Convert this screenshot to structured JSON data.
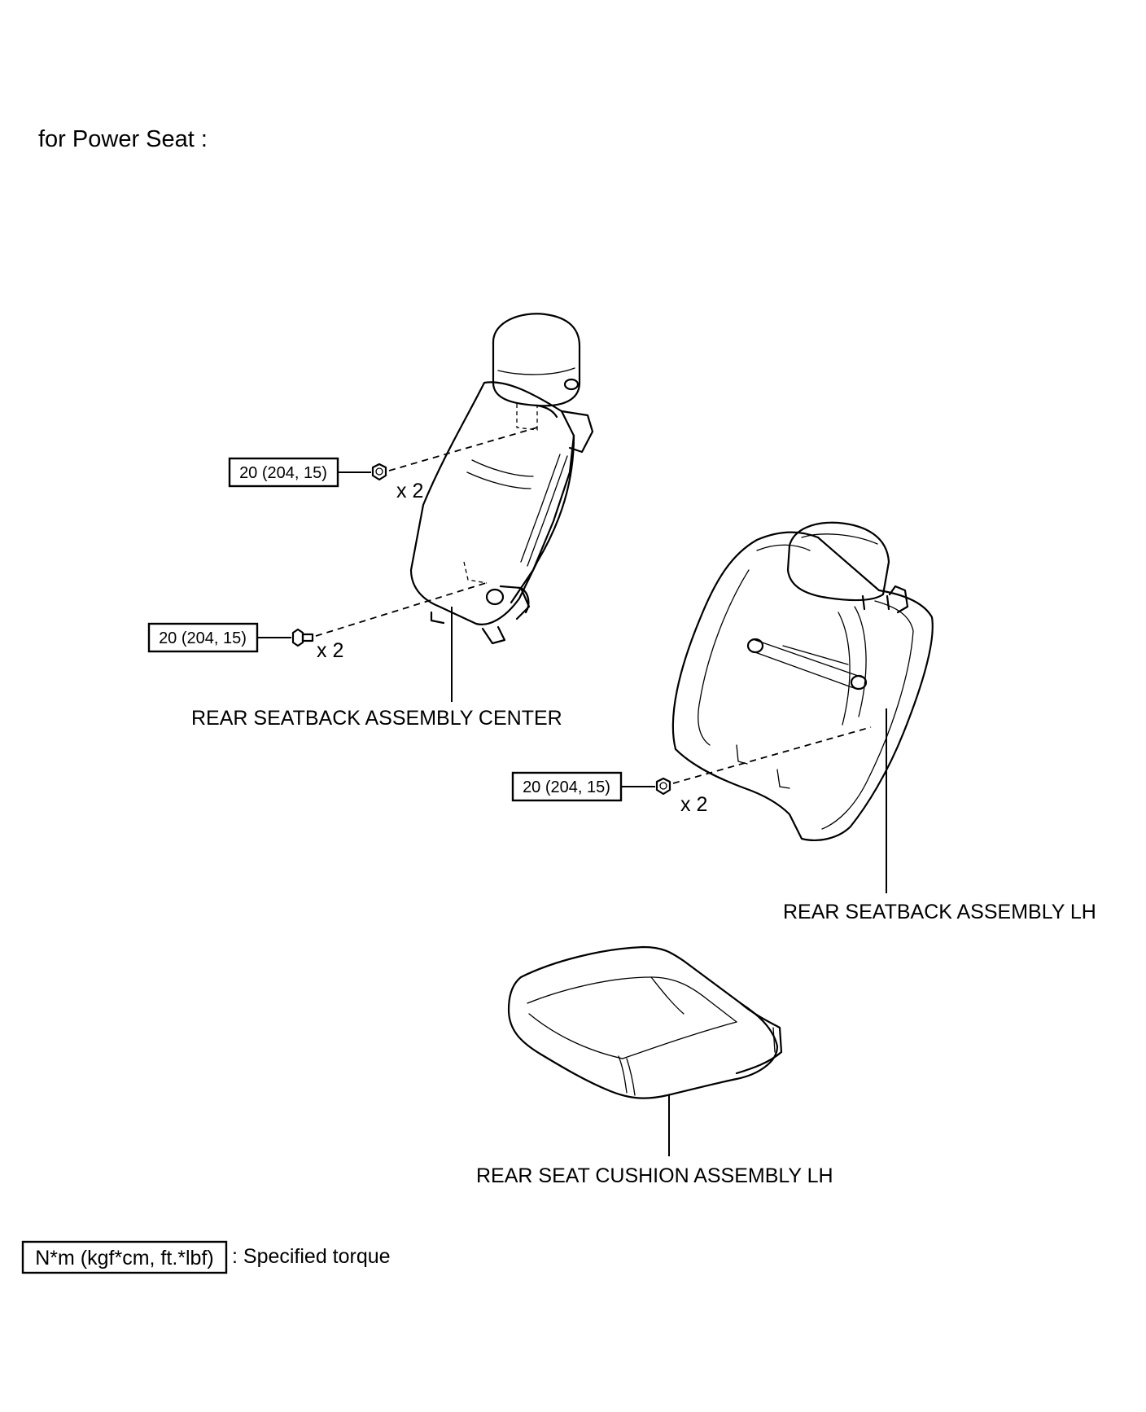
{
  "title": "for Power Seat :",
  "torque_callouts": [
    {
      "value": "20 (204, 15)",
      "qty": "x 2"
    },
    {
      "value": "20 (204, 15)",
      "qty": "x 2"
    },
    {
      "value": "20 (204, 15)",
      "qty": "x 2"
    }
  ],
  "parts": {
    "center": "REAR SEATBACK ASSEMBLY CENTER",
    "lh_back": "REAR SEATBACK ASSEMBLY LH",
    "cushion": "REAR SEAT CUSHION ASSEMBLY LH"
  },
  "legend": {
    "unit": "N*m (kgf*cm, ft.*lbf)",
    "desc": ": Specified torque"
  }
}
